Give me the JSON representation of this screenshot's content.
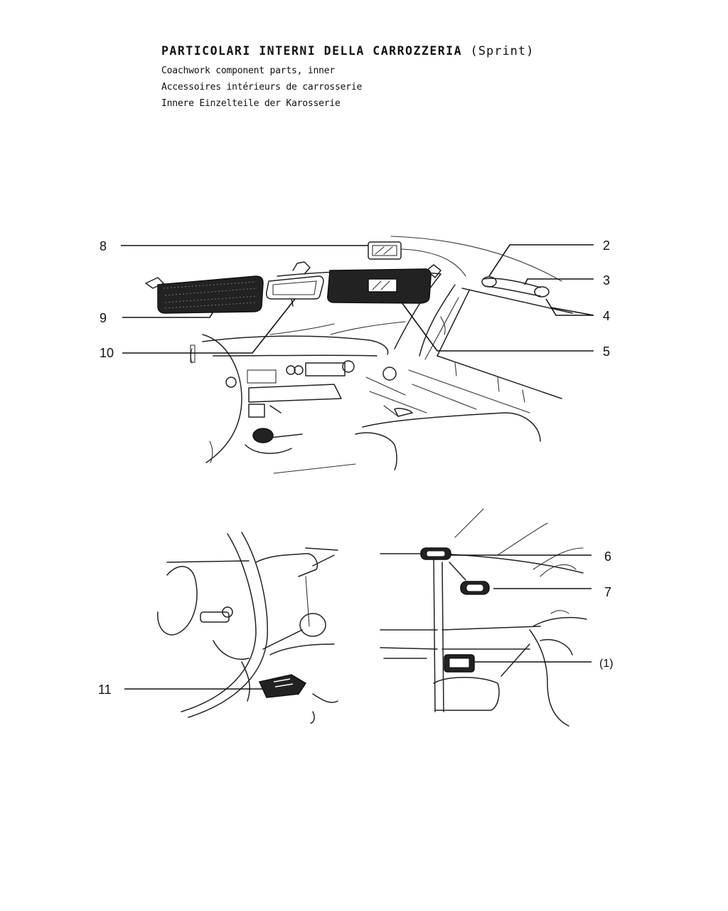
{
  "header": {
    "title": "PARTICOLARI INTERNI DELLA CARROZZERIA",
    "title_suffix": "(Sprint)",
    "subtitles": [
      "Coachwork component parts, inner",
      "Accessoires intérieurs de carrosserie",
      "Innere Einzelteile der Karosserie"
    ]
  },
  "callouts": {
    "c8": "8",
    "c9": "9",
    "c10": "10",
    "c2": "2",
    "c3": "3",
    "c4": "4",
    "c5": "5",
    "c11": "11",
    "c6": "6",
    "c7": "7",
    "c1": "(1)"
  },
  "icons": [
    "sun-visor",
    "rear-view-mirror",
    "vanity-mirror",
    "grab-handle",
    "courtesy-light",
    "ashtray"
  ]
}
